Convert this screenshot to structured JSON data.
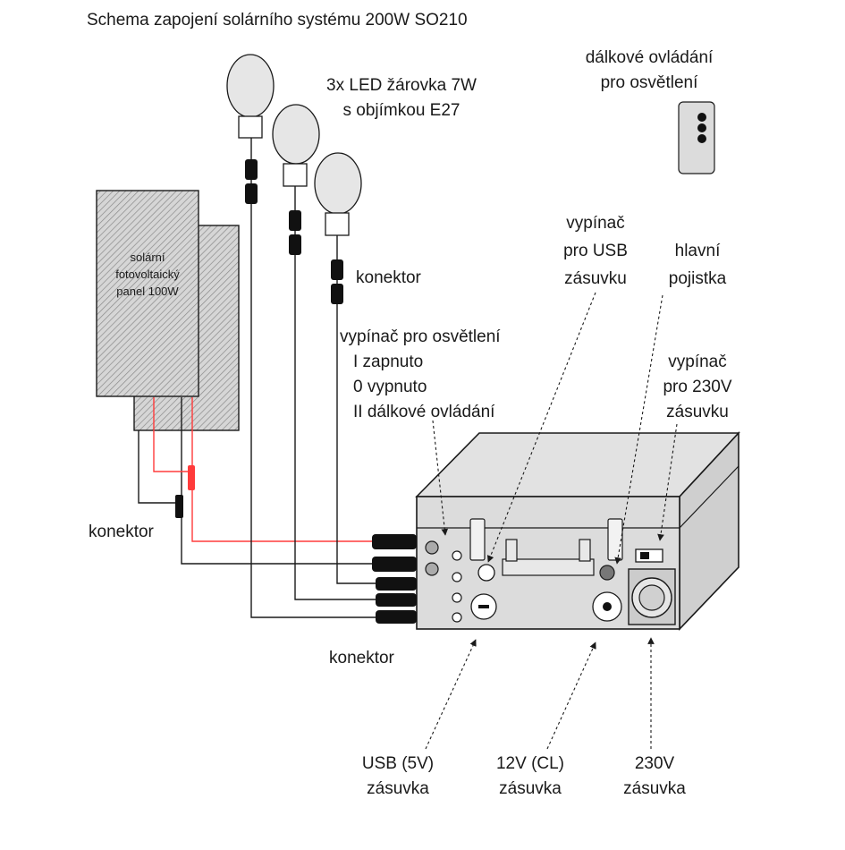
{
  "title": "Schema zapojení solárního systému 200W SO210",
  "labels": {
    "remote": [
      "dálkové ovládání",
      "pro osvětlení"
    ],
    "bulbs": [
      "3x LED žárovka 7W",
      "s objímkou E27"
    ],
    "panel": [
      "solární",
      "fotovoltaický",
      "panel 100W"
    ],
    "konektor_top": "konektor",
    "konektor_left": "konektor",
    "konektor_bottom": "konektor",
    "usb_switch": [
      "vypínač",
      "pro USB",
      "zásuvku"
    ],
    "fuse": [
      "hlavní",
      "pojistka"
    ],
    "light_switch": [
      "vypínač pro osvětlení",
      "I zapnuto",
      "0 vypnuto",
      "II dálkové ovládání"
    ],
    "switch_230": [
      "vypínač",
      "pro 230V",
      "zásuvku"
    ],
    "usb_socket": [
      "USB (5V)",
      "zásuvka"
    ],
    "cl_socket": [
      "12V (CL)",
      "zásuvka"
    ],
    "socket_230": [
      "230V",
      "zásuvka"
    ]
  },
  "colors": {
    "ink": "#1a1a1a",
    "box_fill": "#dcdcdc",
    "box_top": "#e2e2e2",
    "bulb_fill": "#e6e6e6",
    "panel_hatch": "#bdbdbd",
    "connector": "#111111",
    "red_wire": "#ff3b3b"
  },
  "icons": {
    "bulb": "led-bulb-icon",
    "remote": "remote-control-icon",
    "panel": "solar-panel-icon",
    "connector": "plug-connector-icon",
    "socket": "power-socket-icon"
  }
}
